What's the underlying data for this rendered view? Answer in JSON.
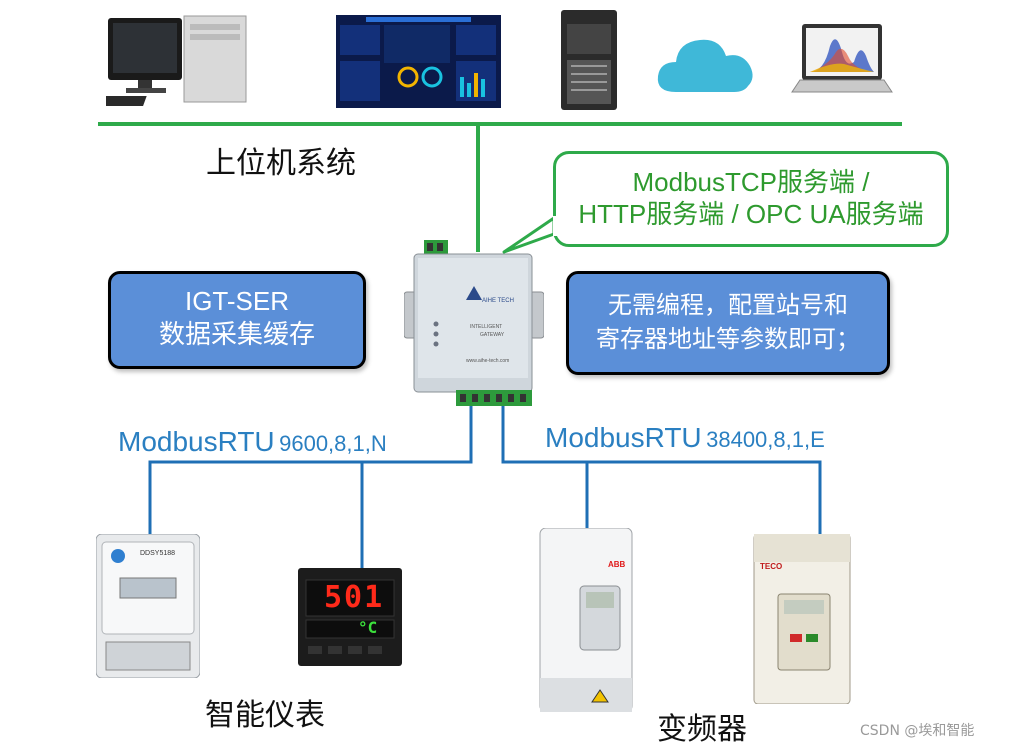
{
  "host": {
    "label": "上位机系统",
    "devices": [
      "desktop-pc-icon",
      "scada-dashboard-icon",
      "server-tower-icon",
      "cloud-icon",
      "laptop-chart-icon"
    ]
  },
  "callout": {
    "line1": "ModbusTCP服务端 /",
    "line2": "HTTP服务端 / OPC UA服务端"
  },
  "gateway": {
    "name_line1": "IGT-SER",
    "name_line2": "数据采集缓存",
    "brand": "AIHE TECH",
    "panel_text1": "INTELLIGENT",
    "panel_text2": "GATEWAY",
    "site": "www.aihe-tech.com"
  },
  "config_note": {
    "line1": "无需编程，配置站号和",
    "line2": "寄存器地址等参数即可；"
  },
  "left_bus": {
    "proto": "ModbusRTU",
    "params": "9600,8,1,N"
  },
  "right_bus": {
    "proto": "ModbusRTU",
    "params": "38400,8,1,E"
  },
  "left_group": {
    "label": "智能仪表",
    "meter_model": "DDSY5188",
    "controller_display_top": "501",
    "controller_display_bottom": "°C"
  },
  "right_group": {
    "label": "变频器",
    "vfd1_brand": "ABB",
    "vfd2_brand": "TECO"
  },
  "watermark": "CSDN @埃和智能",
  "colors": {
    "green_line": "#2eaa4a",
    "blue_line": "#1f6fb5",
    "box_fill": "#5b8fd8",
    "blue_text": "#2a7fc1"
  }
}
